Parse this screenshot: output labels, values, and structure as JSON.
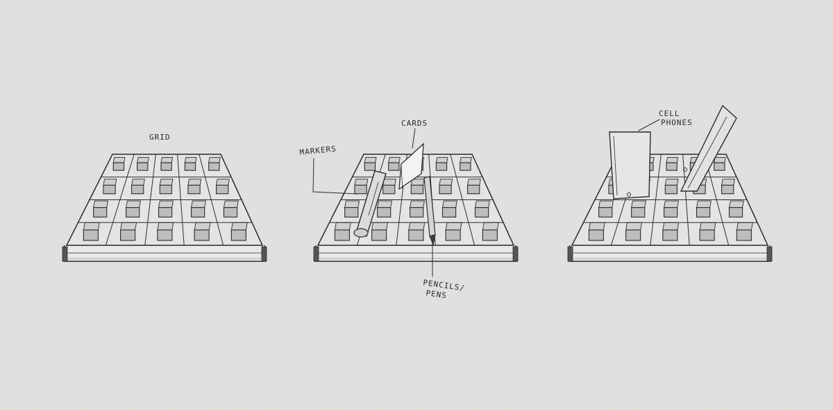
{
  "sketches": [
    {
      "id": "grid",
      "label": "GRID"
    },
    {
      "id": "markers-cards",
      "labels": [
        "MARKERS",
        "CARDS",
        "PENCILS/",
        "PENS"
      ]
    },
    {
      "id": "phones",
      "label_lines": [
        "CELL",
        "PHONES"
      ]
    }
  ],
  "colors": {
    "paper": "#e9e9e8",
    "ink": "#2b2b2b",
    "block_fill": "#bdbdbd"
  }
}
